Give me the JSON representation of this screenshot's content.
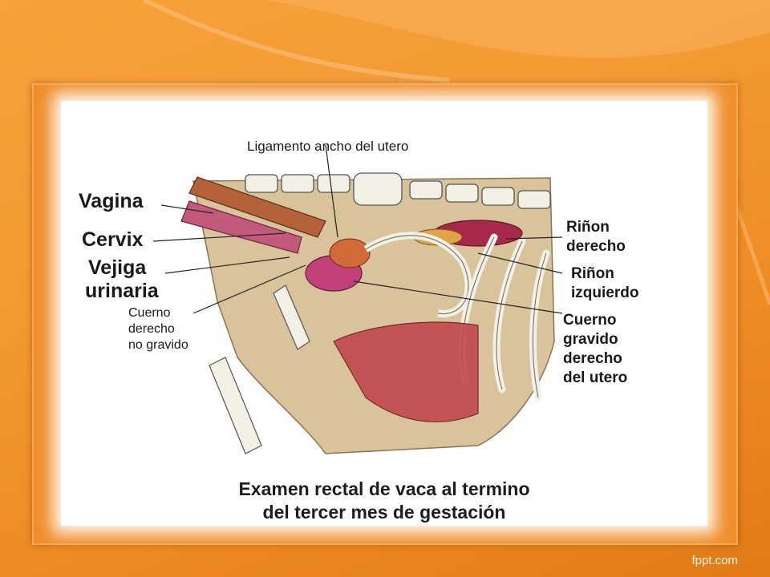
{
  "slide": {
    "footer_text": "fppt.com",
    "caption_line1": "Examen rectal de vaca al termino",
    "caption_line2": "del tercer mes de gestación"
  },
  "diagram": {
    "labels": {
      "ligamento": "Ligamento ancho del utero",
      "vagina": "Vagina",
      "cervix": "Cervix",
      "vejiga_1": "Vejiga",
      "vejiga_2": "urinaria",
      "cuerno_no_grav_1": "Cuerno",
      "cuerno_no_grav_2": "derecho",
      "cuerno_no_grav_3": "no gravido",
      "rinon_der_1": "Riñon",
      "rinon_der_2": "derecho",
      "rinon_izq_1": "Riñon",
      "rinon_izq_2": "izquierdo",
      "cuerno_grav_1": "Cuerno",
      "cuerno_grav_2": "gravido",
      "cuerno_grav_3": "derecho",
      "cuerno_grav_4": "del utero"
    }
  },
  "colors": {
    "background_orange": "#f39a32",
    "frame_orange": "#ef8e2c",
    "tissue_tan": "#d9c39a",
    "muscle_red": "#c2474f",
    "bone_white": "#f3f1e6"
  }
}
